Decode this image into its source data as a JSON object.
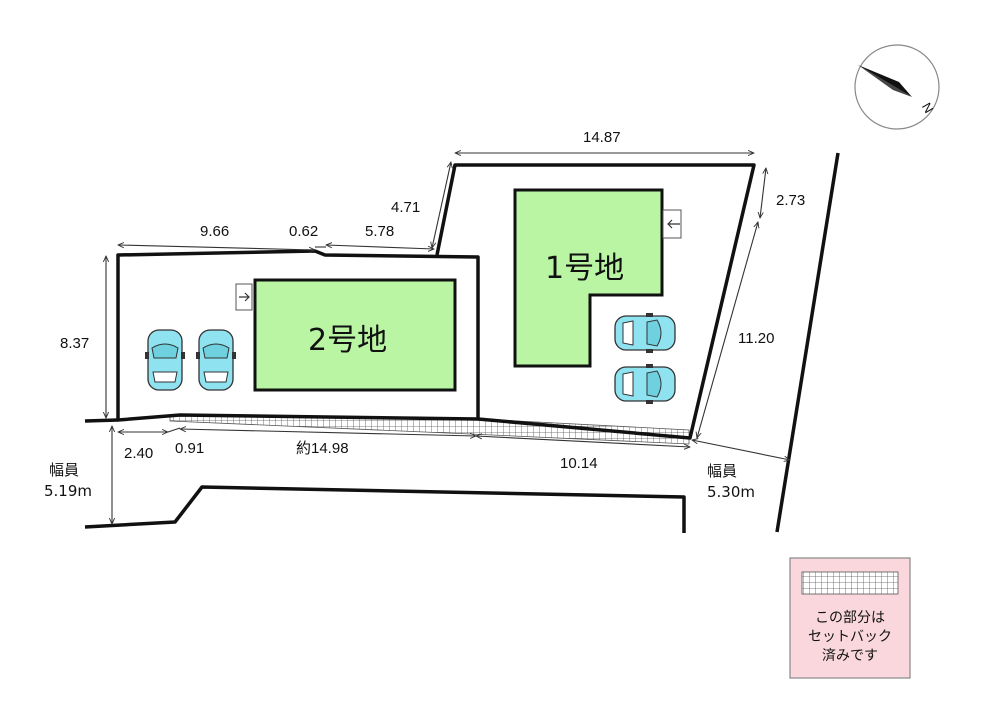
{
  "lots": [
    {
      "label": "1号地",
      "fill": "#b9f5a3"
    },
    {
      "label": "2号地",
      "fill": "#b9f5a3"
    }
  ],
  "dimensions": {
    "lot2_top_left": "9.66",
    "lot2_top_mid": "0.62",
    "lot2_top_right": "5.78",
    "lot2_left": "8.37",
    "lot1_top": "14.87",
    "lot1_left_diag": "4.71",
    "lot1_right_top": "2.73",
    "lot1_right": "11.20",
    "front_a": "2.40",
    "front_b": "0.91",
    "front_c": "約14.98",
    "front_d": "10.14"
  },
  "roads": {
    "left_label": "幅員",
    "left_width": "5.19m",
    "right_label": "幅員",
    "right_width": "5.30m"
  },
  "compass": {
    "letter": "N"
  },
  "legend": {
    "lines": [
      "この部分は",
      "セットバック",
      "済みです"
    ],
    "bg": "#f9d7dc"
  },
  "colors": {
    "car": "#8fe3f0",
    "lot_fill": "#b9f5a3"
  }
}
